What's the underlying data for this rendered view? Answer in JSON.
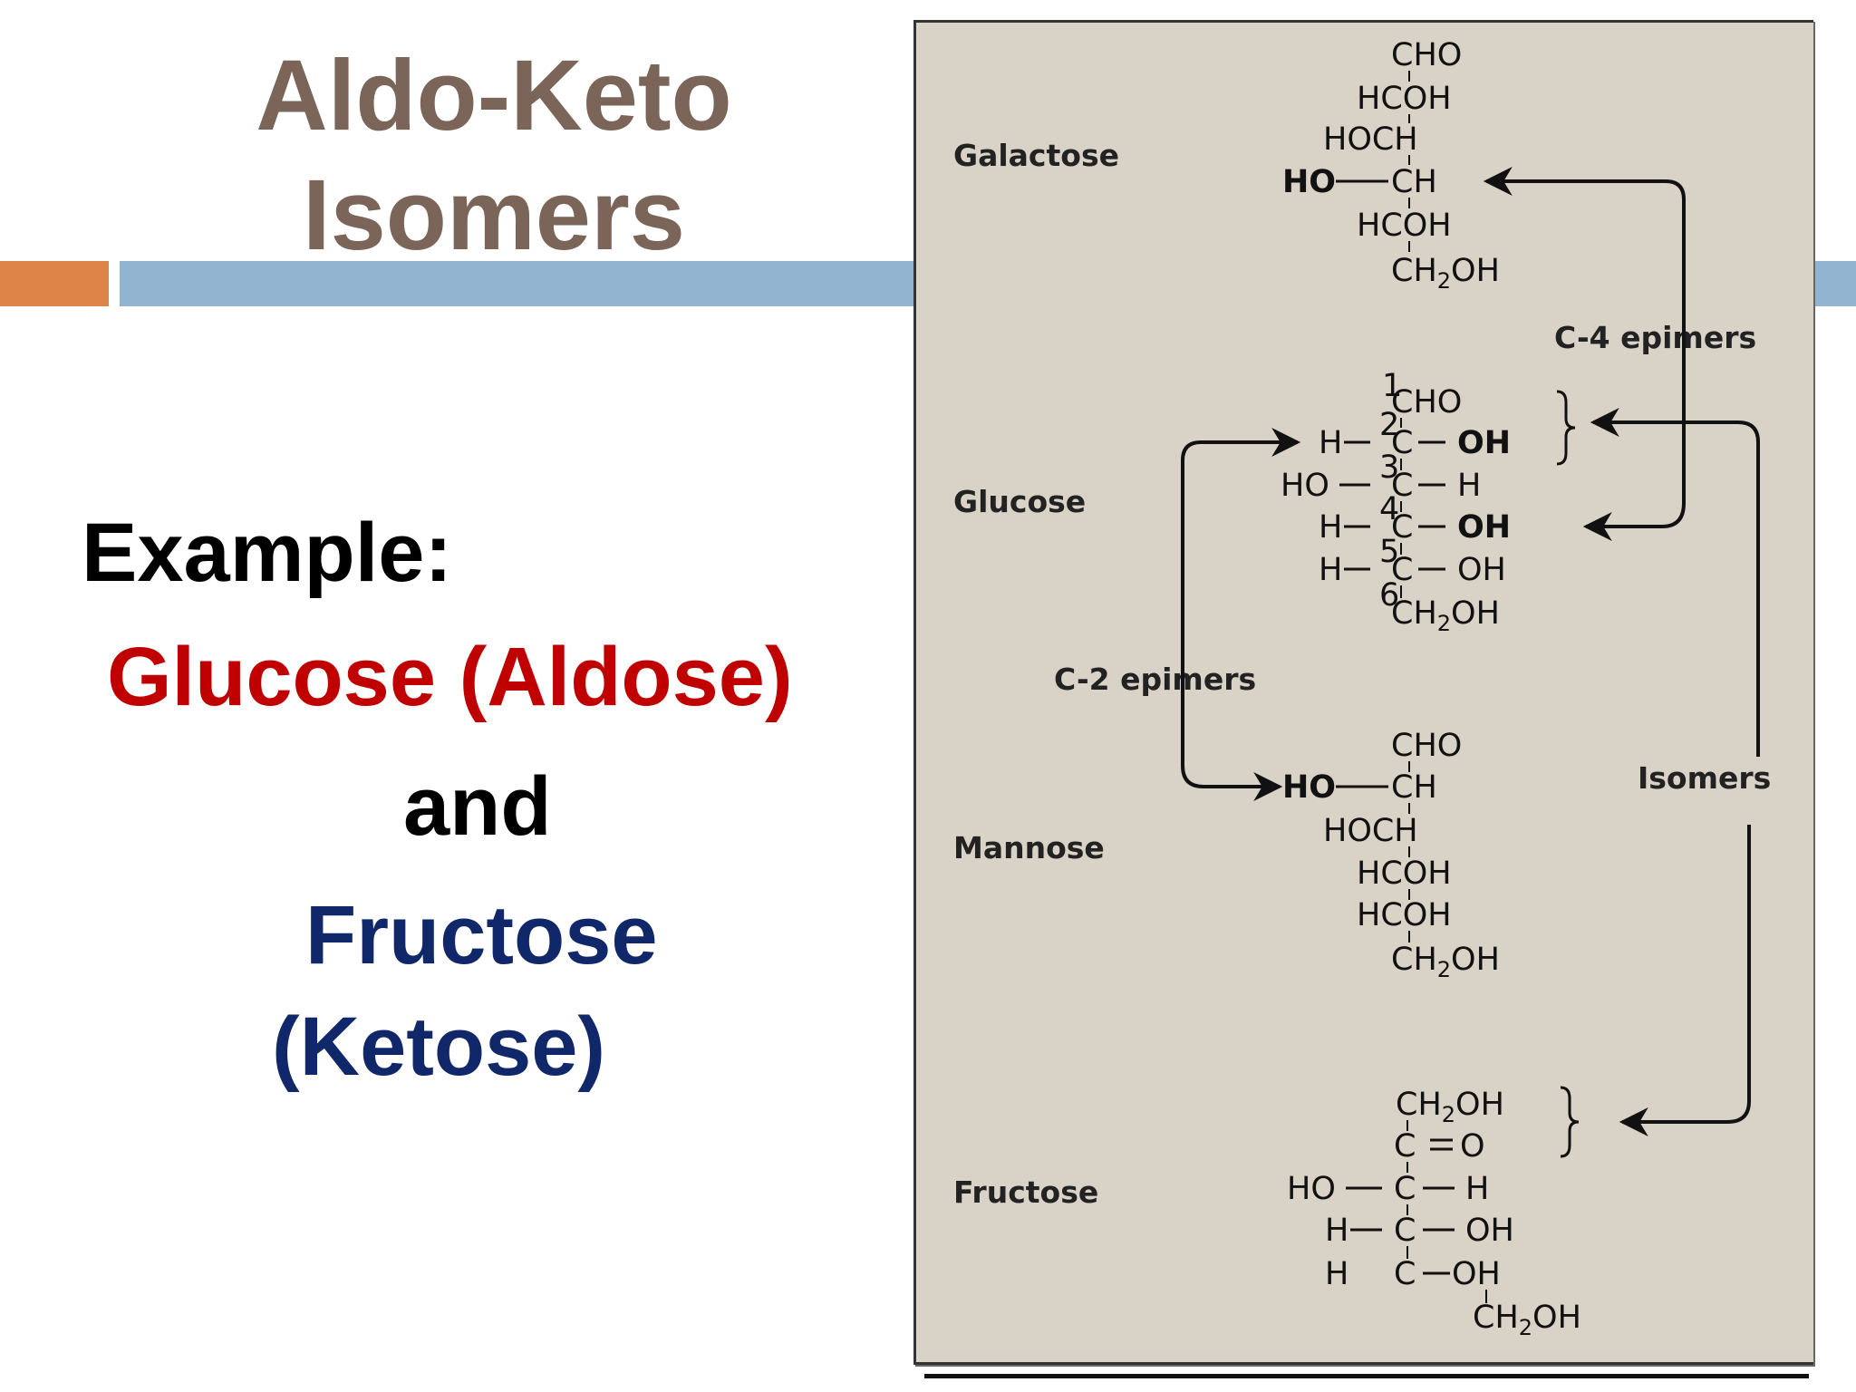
{
  "slide": {
    "title_line1": "Aldo-Keto",
    "title_line2": "Isomers",
    "example_label": "Example:",
    "glucose": "Glucose (Aldose)",
    "and": "and",
    "fructose": "Fructose",
    "ketose": "(Ketose)"
  },
  "colors": {
    "title": "#7a6558",
    "accent_orange": "#df8448",
    "accent_blue": "#93b4d0",
    "glucose_red": "#c00000",
    "fructose_navy": "#10286a",
    "oh_red": "#e01010",
    "oh_blue": "#1a6fd0"
  },
  "diagram": {
    "labels": {
      "galactose": "Galactose",
      "glucose": "Glucose",
      "mannose": "Mannose",
      "fructose": "Fructose",
      "c4_epimers": "C-4 epimers",
      "c2_epimers": "C-2 epimers",
      "isomers": "Isomers"
    },
    "galactose": {
      "r1": "CHO",
      "r2": "HCOH",
      "r3": "HOCH",
      "r4_ho": "HO",
      "r4_rest": "CH",
      "r5": "HCOH",
      "r6a": "CH",
      "r6sub": "2",
      "r6b": "OH"
    },
    "glucose": {
      "c1_num": "1",
      "r1": "CHO",
      "c2_pre": "H",
      "c2_num": "2",
      "c2_c": "C",
      "c2_oh": "OH",
      "c3_pre": "HO",
      "c3_num": "3",
      "c3_c": "C",
      "c3_post": "H",
      "c4_pre": "H",
      "c4_num": "4",
      "c4_c": "C",
      "c4_oh": "OH",
      "c5_pre": "H",
      "c5_num": "5",
      "c5_c": "C",
      "c5_post": "OH",
      "c6_num": "6",
      "r6a": "CH",
      "r6sub": "2",
      "r6b": "OH"
    },
    "mannose": {
      "r1": "CHO",
      "r2_ho": "HO",
      "r2_rest": "CH",
      "r3": "HOCH",
      "r4": "HCOH",
      "r5": "HCOH",
      "r6a": "CH",
      "r6sub": "2",
      "r6b": "OH"
    },
    "fructose": {
      "r1a": "CH",
      "r1sub": "2",
      "r1b": "OH",
      "r2_c": "C",
      "r2_o": "O",
      "r3_pre": "HO",
      "r3_c": "C",
      "r3_post": "H",
      "r4_pre": "H",
      "r4_c": "C",
      "r4_post": "OH",
      "r5_pre": "H",
      "r5_c": "C",
      "r5_post": "OH",
      "r6a": "CH",
      "r6sub": "2",
      "r6b": "OH"
    }
  }
}
